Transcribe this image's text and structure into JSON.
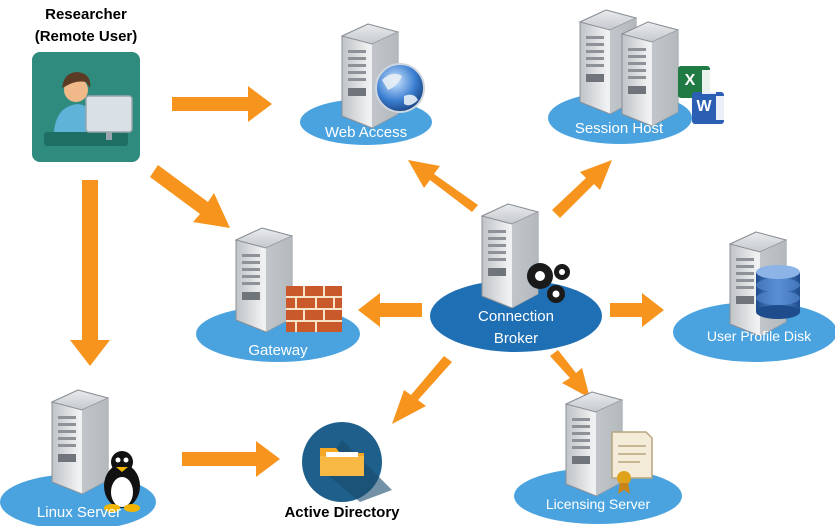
{
  "researcher": {
    "line1": "Researcher",
    "line2": "(Remote User)"
  },
  "nodes": {
    "web_access": "Web Access",
    "session_host": "Session Host",
    "gateway": "Gateway",
    "connection_broker_line1": "Connection",
    "connection_broker_line2": "Broker",
    "user_profile_disk": "User Profile Disk",
    "linux_server": "Linux Server",
    "active_directory": "Active Directory",
    "licensing_server": "Licensing Server"
  },
  "app_icons": {
    "excel": "X",
    "word": "W"
  },
  "colors": {
    "arrow": "#F7941D",
    "ellipse": "#4AA3DF",
    "broker_ellipse": "#1F6FB4",
    "researcher_tile": "#2E8B7E",
    "ad_circle": "#1F5F8B",
    "folder": "#F5A623"
  }
}
